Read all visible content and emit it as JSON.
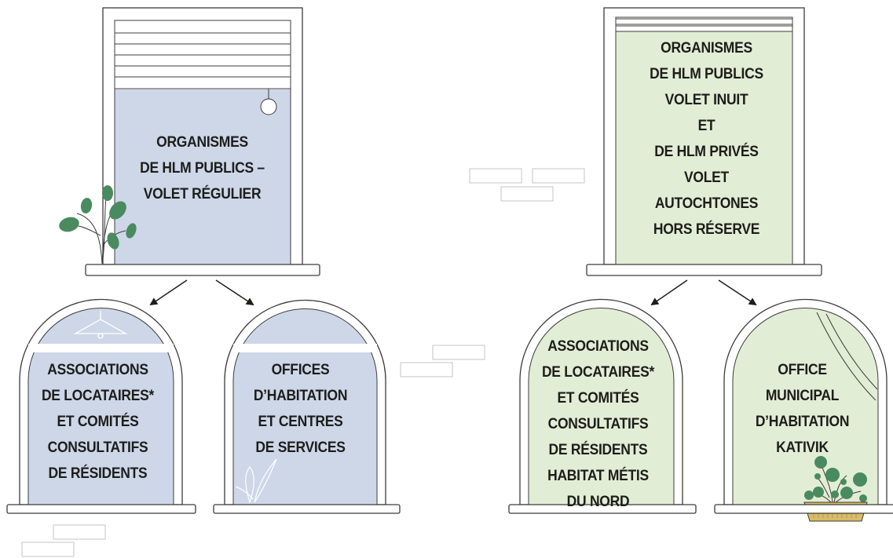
{
  "colors": {
    "blue_fill": "#cdd7e8",
    "green_fill": "#e2edd5",
    "outline": "#3c3c3b",
    "leaf": "#4a8a5f",
    "pot": "#d8bc6a",
    "brick": "#c6c6c6"
  },
  "windows": [
    {
      "name": "hlm-public-regular",
      "lines": [
        "ORGANISMES",
        "DE HLM PUBLICS –",
        "VOLET RÉGULIER"
      ],
      "fill": "blue"
    },
    {
      "name": "hlm-inuit-private-autochtones",
      "lines": [
        "ORGANISMES",
        "DE HLM PUBLICS",
        "VOLET INUIT",
        "ET",
        "DE HLM PRIVÉS",
        "VOLET",
        "AUTOCHTONES",
        "HORS RÉSERVE"
      ],
      "fill": "green"
    }
  ],
  "arches": [
    {
      "name": "associations-regular",
      "lines": [
        "ASSOCIATIONS",
        "DE LOCATAIRES*",
        "ET COMITÉS",
        "CONSULTATIFS",
        "DE RÉSIDENTS"
      ],
      "fill": "blue"
    },
    {
      "name": "offices-habitation",
      "lines": [
        "OFFICES",
        "D’HABITATION",
        "ET CENTRES",
        "DE SERVICES"
      ],
      "fill": "blue"
    },
    {
      "name": "associations-metis",
      "lines": [
        "ASSOCIATIONS",
        "DE LOCATAIRES*",
        "ET COMITÉS",
        "CONSULTATIFS",
        "DE RÉSIDENTS",
        "HABITAT MÉTIS",
        "DU NORD"
      ],
      "fill": "green"
    },
    {
      "name": "office-kativik",
      "lines": [
        "OFFICE",
        "MUNICIPAL",
        "D’HABITATION",
        "KATIVIK"
      ],
      "fill": "green"
    }
  ],
  "connections": [
    {
      "from": "hlm-public-regular",
      "to": "associations-regular"
    },
    {
      "from": "hlm-public-regular",
      "to": "offices-habitation"
    },
    {
      "from": "hlm-inuit-private-autochtones",
      "to": "associations-metis"
    },
    {
      "from": "hlm-inuit-private-autochtones",
      "to": "office-kativik"
    }
  ]
}
